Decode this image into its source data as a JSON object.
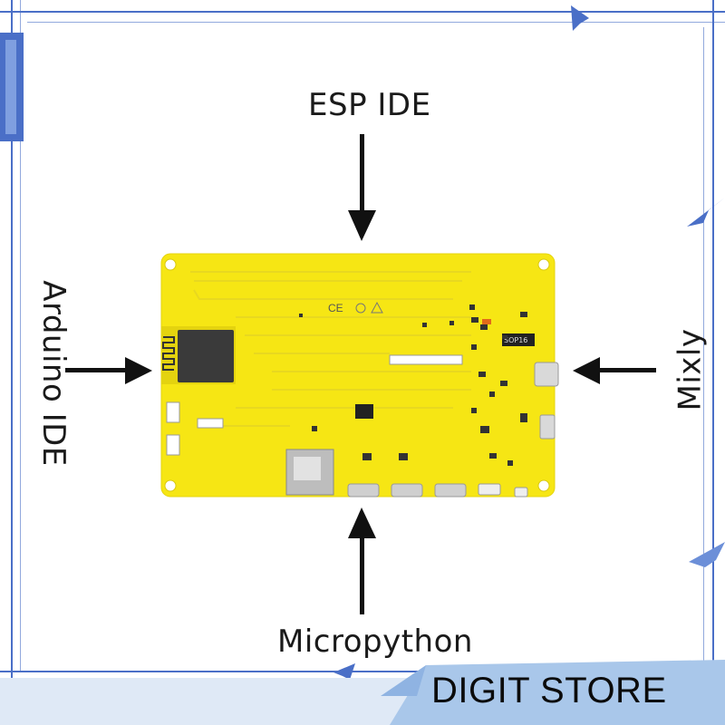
{
  "labels": {
    "top": "ESP IDE",
    "left": "Arduino IDE",
    "right": "Mixly",
    "bottom": "Micropython"
  },
  "board": {
    "ce_marking": "CE",
    "chip_label": "SOP16"
  },
  "store": {
    "name": "DIGIT STORE"
  },
  "colors": {
    "board": "#f6e614",
    "frame": "#4a6fc7",
    "banner": "#a9c7ea",
    "arrow": "#111111"
  }
}
